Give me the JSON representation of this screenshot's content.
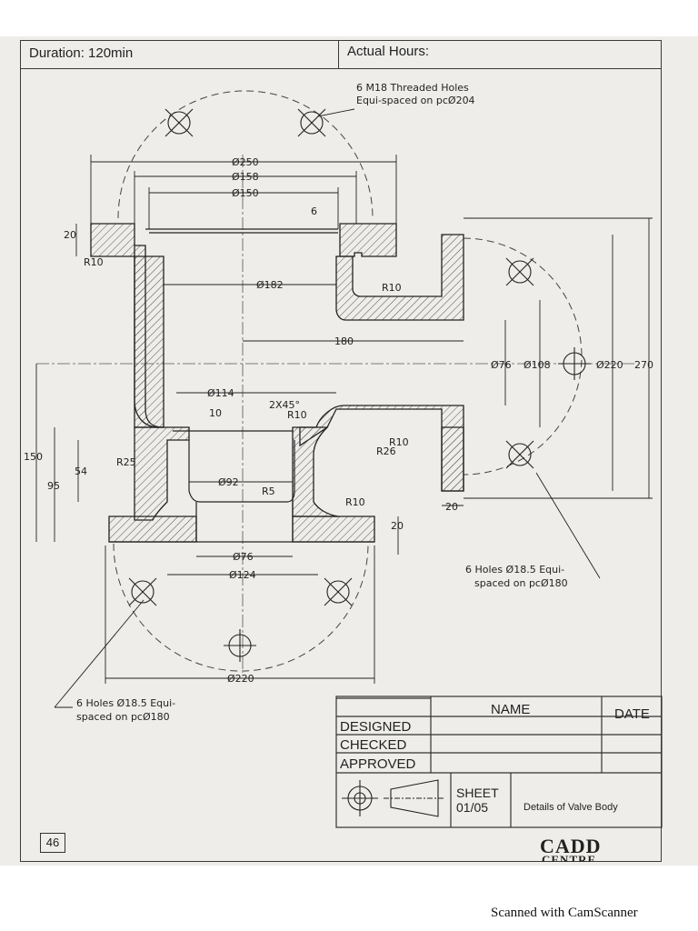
{
  "header": {
    "duration": "Duration: 120min",
    "actual_hours": "Actual Hours:"
  },
  "callouts": {
    "top_holes_line1": "6 M18 Threaded Holes",
    "top_holes_line2": "Equi-spaced on pcØ204",
    "right_holes_line1": "6 Holes Ø18.5 Equi-",
    "right_holes_line2": "spaced on pcØ180",
    "bottom_holes_line1": "6 Holes Ø18.5 Equi-",
    "bottom_holes_line2": "spaced on pcØ180"
  },
  "dimensions": {
    "d250": "Ø250",
    "d158": "Ø158",
    "d150": "Ø150",
    "six": "6",
    "twenty_top": "20",
    "r10_tl": "R10",
    "d182": "Ø182",
    "r10_tr": "R10",
    "one80": "180",
    "d76_r": "Ø76",
    "d108": "Ø108",
    "d220_r": "Ø220",
    "two70": "270",
    "d114": "Ø114",
    "ten": "10",
    "chamfer": "2X45°",
    "r10_mid": "R10",
    "r10_mid2": "R10",
    "r26": "R26",
    "one50": "150",
    "r25": "R25",
    "fifty4": "54",
    "ninety5": "95",
    "d92": "Ø92",
    "r5": "R5",
    "r10_bot": "R10",
    "twenty_r": "20",
    "twenty_bot": "20",
    "d76_b": "Ø76",
    "d124": "Ø124",
    "d220_b": "Ø220"
  },
  "title_block": {
    "name": "NAME",
    "date": "DATE",
    "designed": "DESIGNED",
    "checked": "CHECKED",
    "approved": "APPROVED",
    "sheet": "SHEET",
    "sheet_no": "01/05",
    "title": "Details of Valve Body"
  },
  "footer": {
    "page_number": "46",
    "logo": "CADD",
    "logo_sub": "CENTRE",
    "scanner": "Scanned with CamScanner"
  }
}
